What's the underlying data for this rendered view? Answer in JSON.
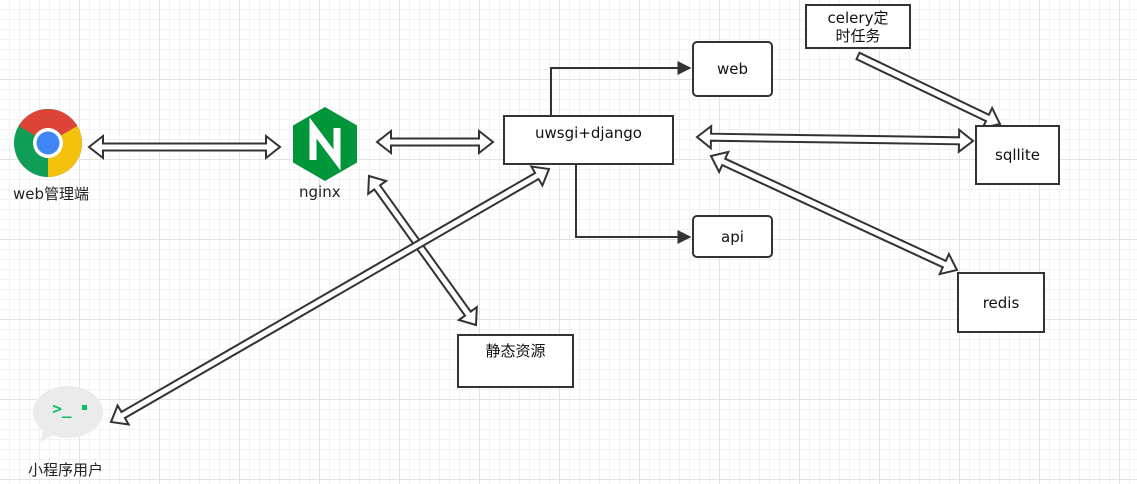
{
  "diagram": {
    "nodes": {
      "browser": {
        "label": "web管理端",
        "icon": "chrome-icon"
      },
      "nginx": {
        "label": "nginx",
        "icon": "nginx-icon"
      },
      "uwsgi": {
        "label": "uwsgi+django"
      },
      "web": {
        "label": "web"
      },
      "api": {
        "label": "api"
      },
      "static": {
        "label": "静态资源"
      },
      "celery": {
        "label_line1": "celery定",
        "label_line2": "时任务"
      },
      "sqlite": {
        "label": "sqllite"
      },
      "redis": {
        "label": "redis"
      },
      "miniapp": {
        "label": "小程序用户",
        "icon": "terminal-chat-icon"
      }
    },
    "edges": [
      {
        "from": "browser",
        "to": "nginx",
        "style": "double-hollow-arrow"
      },
      {
        "from": "nginx",
        "to": "uwsgi",
        "style": "double-hollow-arrow"
      },
      {
        "from": "nginx",
        "to": "static",
        "style": "double-hollow-arrow"
      },
      {
        "from": "uwsgi",
        "to": "miniapp",
        "style": "double-hollow-arrow"
      },
      {
        "from": "uwsgi",
        "to": "sqlite",
        "style": "double-hollow-arrow"
      },
      {
        "from": "uwsgi",
        "to": "redis",
        "style": "double-hollow-arrow"
      },
      {
        "from": "celery",
        "to": "sqlite",
        "style": "hollow-arrow"
      },
      {
        "from": "uwsgi",
        "to": "web",
        "style": "orthogonal-arrow"
      },
      {
        "from": "uwsgi",
        "to": "api",
        "style": "orthogonal-arrow"
      }
    ],
    "colors": {
      "line": "#333333",
      "nginx_green": "#009639",
      "chrome_red": "#db4437",
      "chrome_yellow": "#f4c20d",
      "chrome_green": "#0f9d58",
      "chrome_blue": "#4285f4",
      "terminal_green": "#07c160"
    }
  }
}
